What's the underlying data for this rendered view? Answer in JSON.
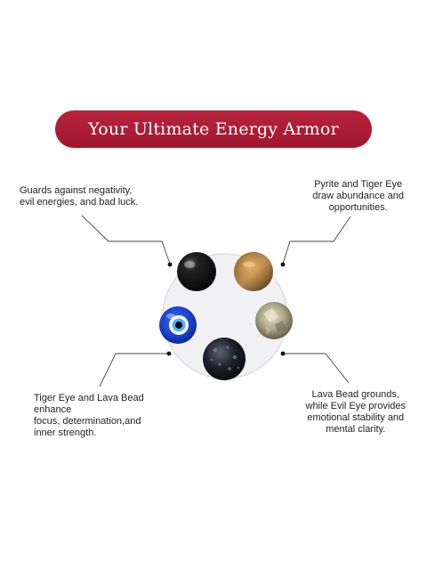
{
  "banner": {
    "title": "Your Ultimate Energy Armor"
  },
  "notes": {
    "top_left": [
      "Guards against negativity,",
      "evil energies, and bad luck."
    ],
    "top_right": [
      "Pyrite and Tiger Eye",
      "draw abundance and",
      "opportunities."
    ],
    "bottom_left": [
      "Tiger Eye and Lava Bead",
      "enhance",
      "focus, determination,and",
      "inner strength."
    ],
    "bottom_right": [
      "Lava Bead grounds,",
      "while Evil Eye provides",
      "emotional stability and",
      "mental clarity."
    ]
  },
  "beads": [
    {
      "name": "black-onyx",
      "color": "#111111"
    },
    {
      "name": "tiger-eye",
      "color": "#8a5a26"
    },
    {
      "name": "evil-eye",
      "color": "#1a3ec4"
    },
    {
      "name": "pyrite",
      "color": "#a8a084"
    },
    {
      "name": "lava-bead",
      "color": "#1b1e28"
    }
  ],
  "colors": {
    "banner": "#a8192f",
    "disc": "#f1f1f3",
    "text": "#222222"
  }
}
